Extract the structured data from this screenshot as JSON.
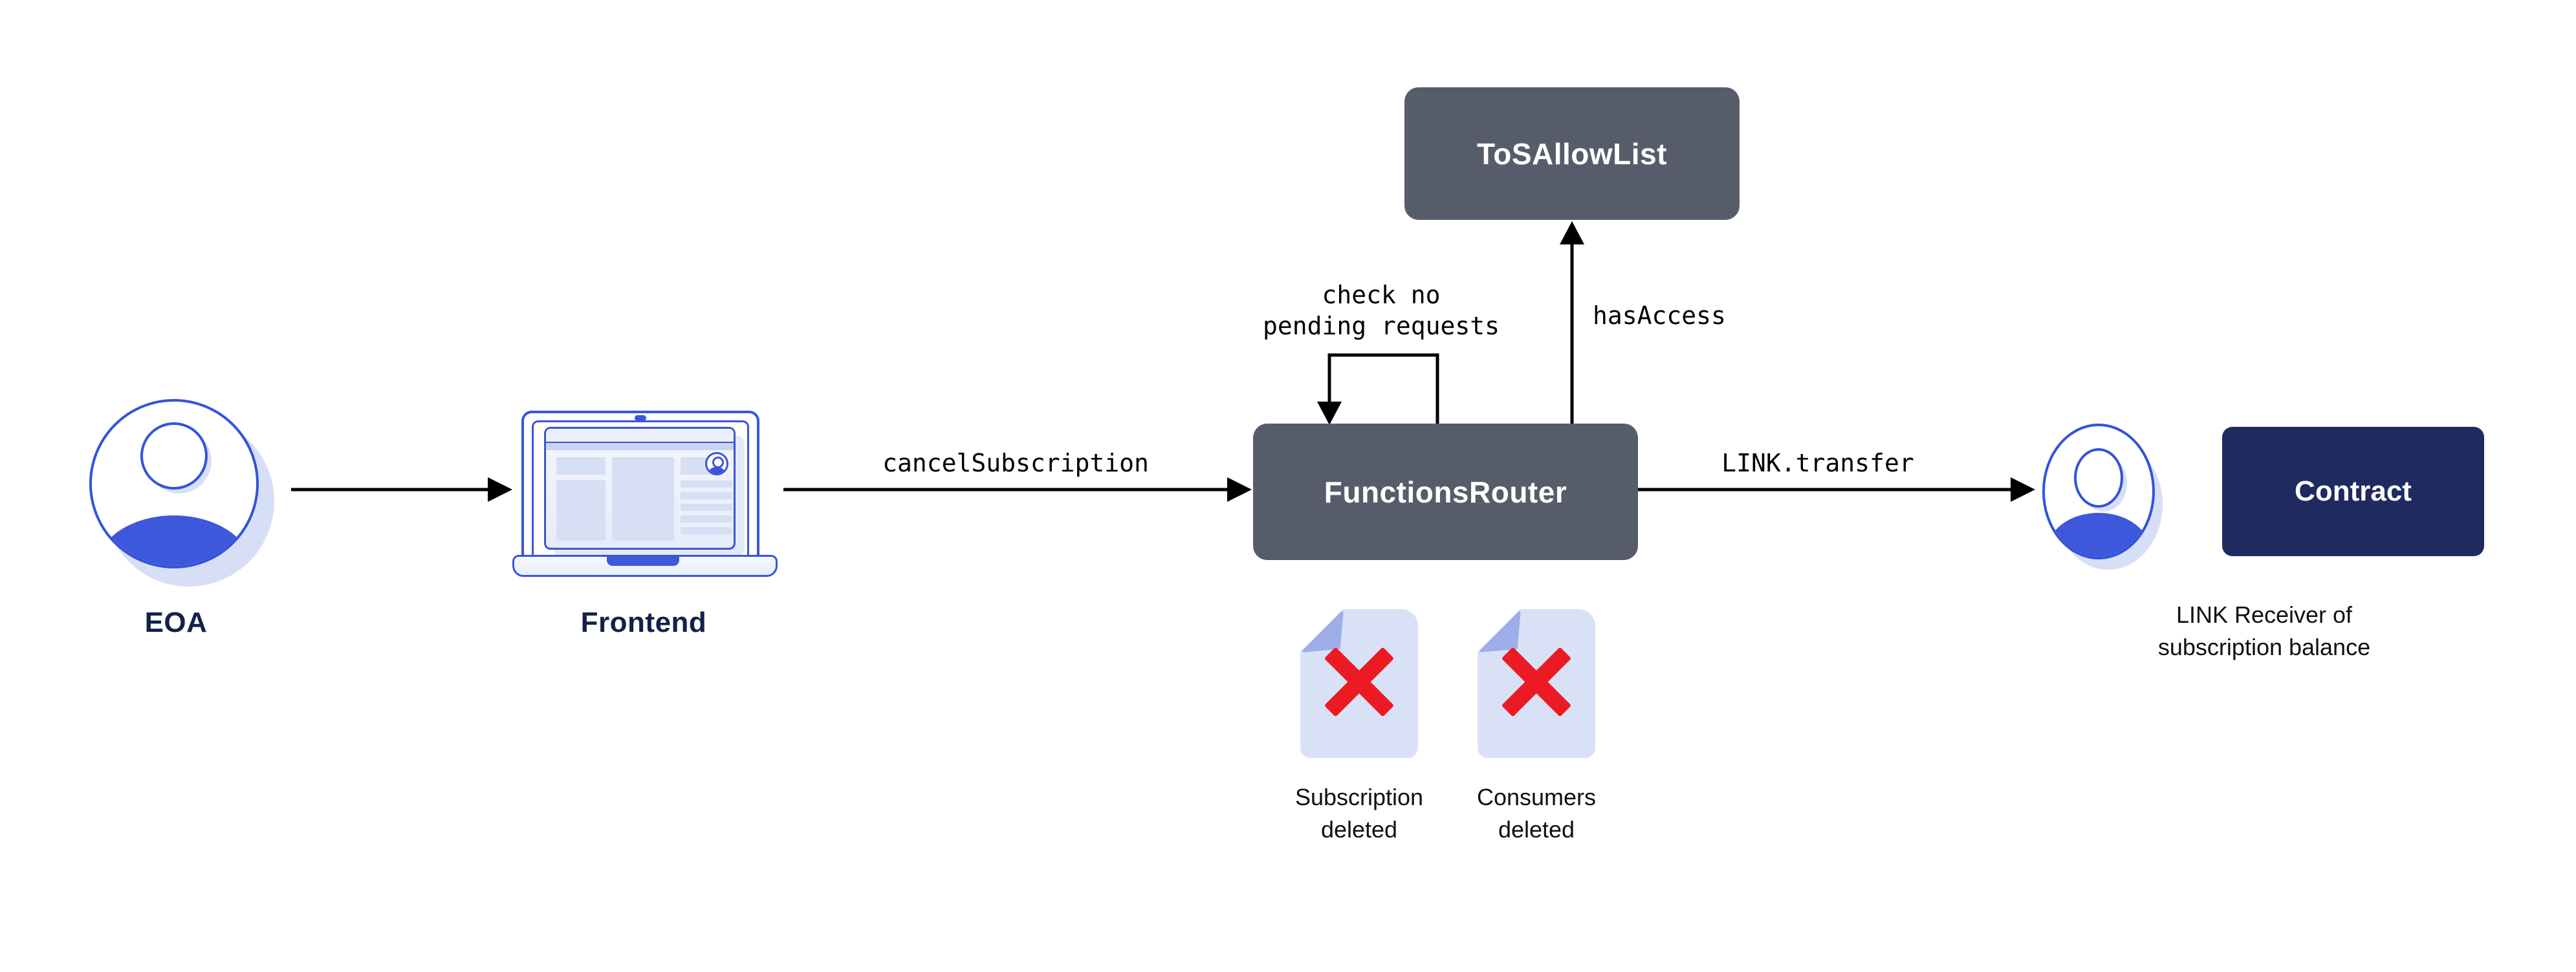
{
  "diagram": {
    "background_color": "#FFFFFF",
    "colors": {
      "box_slate": "#565C6A",
      "box_navy": "#1F2A5F",
      "accent_blue_stroke": "#3353D9",
      "accent_blue_fill": "#3D58DA",
      "light_lavender": "#D9E1F7",
      "fold_lavender": "#9DAEE8",
      "shadow_lavender": "#D7DFF7",
      "arrow_black": "#000000",
      "label_dark_navy": "#13204A",
      "label_black": "#101010",
      "x_red": "#EC1B23",
      "box_text_white": "#FFFFFF"
    },
    "nodes": {
      "eoa": {
        "label": "EOA"
      },
      "frontend": {
        "label": "Frontend"
      },
      "functions_router": {
        "label": "FunctionsRouter"
      },
      "tos_allow_list": {
        "label": "ToSAllowList"
      },
      "contract": {
        "label": "Contract"
      },
      "link_receiver": {
        "line1": "LINK Receiver of",
        "line2": "subscription balance"
      },
      "subscription_deleted_doc": {
        "line1": "Subscription",
        "line2": "deleted"
      },
      "consumers_deleted_doc": {
        "line1": "Consumers",
        "line2": "deleted"
      }
    },
    "edges": {
      "frontend_to_router": {
        "label": "cancelSubscription"
      },
      "router_self_check": {
        "line1": "check no",
        "line2": "pending requests"
      },
      "router_to_tos": {
        "label": "hasAccess"
      },
      "router_to_receiver": {
        "label": "LINK.transfer"
      }
    }
  }
}
